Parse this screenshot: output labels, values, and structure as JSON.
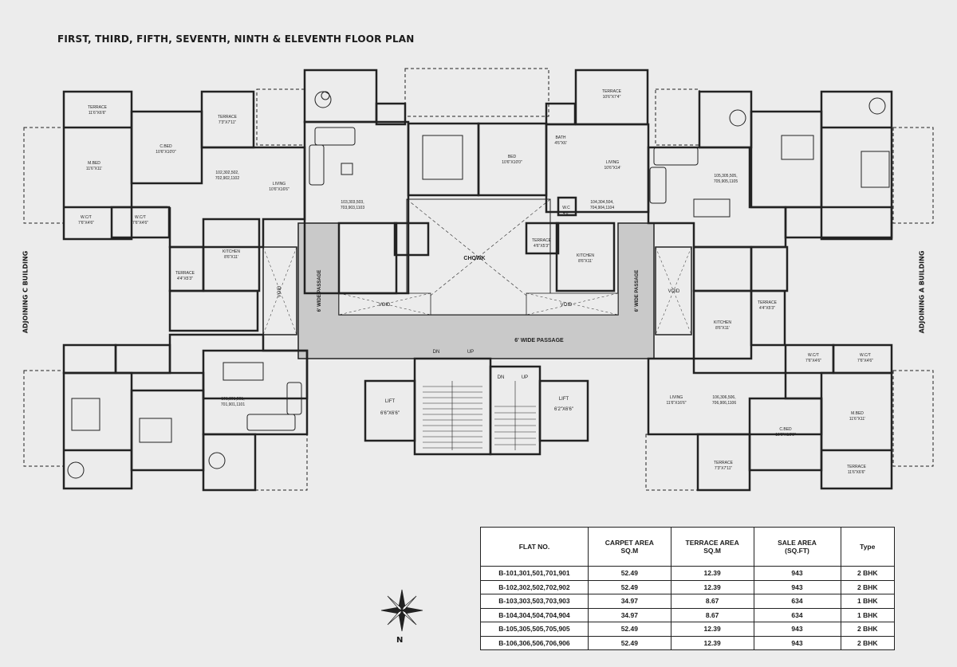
{
  "title": "FIRST, THIRD, FIFTH, SEVENTH, NINTH & ELEVENTH  FLOOR PLAN",
  "side_labels": {
    "left": "ADJOINING C BUILDING",
    "right": "ADJOINING A BUILDING"
  },
  "rooms": {
    "chowk": "CHOWK",
    "passage_horizontal": "6' WIDE PASSAGE",
    "passage_left": "6' WIDE PASSAGE",
    "passage_right": "6' WIDE PASSAGE",
    "void_left": "VOID",
    "void_right": "VOID",
    "void_center_left": "VOID",
    "void_center_right": "VOID",
    "lift_left": "LIFT",
    "lift_left_size": "6'6\"X6'6\"",
    "lift_right": "LIFT",
    "lift_right_size": "6'2\"X6'6\"",
    "stair_dn_1": "DN",
    "stair_up_1": "UP",
    "stair_dn_2": "DN",
    "stair_up_2": "UP",
    "tl_terrace": "TERRACE",
    "tl_terrace_size": "11'6\"X6'6\"",
    "tl_bed": "M.BED",
    "tl_bed_size": "11'6\"X11'",
    "tl_cbed": "C.BED",
    "tl_cbed_size": "10'6\"X10'0\"",
    "tl_terrace2": "TERRACE",
    "tl_terrace2_size": "7'3\"X7'11\"",
    "tl_living": "LIVING",
    "tl_living_size": "10'6\"X16'6\"",
    "tl_wc1": "W.C/T",
    "tl_wc1_size": "7'6\"X4'6\"",
    "tl_wc2": "W.C/T",
    "tl_wc2_size": "7'6\"X4'6\"",
    "tl_kitchen": "KITCHEN",
    "tl_kitchen_size": "8'6\"X11'",
    "tl_terrace3": "TERRACE",
    "tl_terrace3_size": "4'4\"X5'3\"",
    "tl_flat": "102,302,502,",
    "tl_flat2": "702,902,1102",
    "tc_flat": "103,303,503,",
    "tc_flat2": "703,903,1103",
    "tc_bed": "BED",
    "tc_bed_size": "10'6\"X10'0\"",
    "tr_terrace": "TERRACE",
    "tr_terrace_size": "10'6\"X7'4\"",
    "tr_bath": "BATH",
    "tr_bath_size": "4'6\"X6'",
    "tr_living": "LIVING",
    "tr_living_size": "10'6\"X14'",
    "tr_flat": "104,304,504,",
    "tr_flat2": "704,904,1104",
    "tr_wc": "W.C",
    "tr_wc_size": "4'6\"",
    "tr_terrace2": "TERRACE",
    "tr_terrace2_size": "4'6\"X5'3\"",
    "tr_kitchen": "KITCHEN",
    "tr_kitchen_size": "8'6\"X11'",
    "rr_flat": "105,305,505,",
    "rr_flat2": "705,905,1105",
    "rr_terrace": "TERRACE",
    "rr_terrace_size": "4'4\"X5'3\"",
    "rr_kitchen": "KITCHEN",
    "rr_kitchen_size": "8'6\"X11'",
    "br_wc1": "W.C/T",
    "br_wc1_size": "7'6\"X4'6\"",
    "br_wc2": "W.C/T",
    "br_wc2_size": "7'6\"X4'6\"",
    "br_living": "LIVING",
    "br_living_size": "11'6\"X16'6\"",
    "br_flat": "106,306,506,",
    "br_flat2": "706,906,1106",
    "br_bed": "M.BED",
    "br_bed_size": "11'6\"X11'",
    "br_cbed": "C.BED",
    "br_cbed_size": "10'6\"X10'0\"",
    "br_terrace": "TERRACE",
    "br_terrace_size": "7'3\"X7'11\"",
    "br_terrace2": "TERRACE",
    "br_terrace2_size": "11'6\"X6'6\"",
    "bl_flat": "101,301,501,",
    "bl_flat2": "701,901,1101"
  },
  "table": {
    "headers": [
      "FLAT NO.",
      "CARPET AREA\nSQ.M",
      "TERRACE AREA\nSQ.M",
      "SALE AREA\n(SQ.FT)",
      "Type"
    ],
    "rows": [
      [
        "B-101,301,501,701,901",
        "52.49",
        "12.39",
        "943",
        "2 BHK"
      ],
      [
        "B-102,302,502,702,902",
        "52.49",
        "12.39",
        "943",
        "2 BHK"
      ],
      [
        "B-103,303,503,703,903",
        "34.97",
        "8.67",
        "634",
        "1 BHK"
      ],
      [
        "B-104,304,504,704,904",
        "34.97",
        "8.67",
        "634",
        "1 BHK"
      ],
      [
        "B-105,305,505,705,905",
        "52.49",
        "12.39",
        "943",
        "2 BHK"
      ],
      [
        "B-106,306,506,706,906",
        "52.49",
        "12.39",
        "943",
        "2 BHK"
      ]
    ]
  },
  "compass": {
    "label": "N",
    "icon": "compass-rose-icon"
  }
}
